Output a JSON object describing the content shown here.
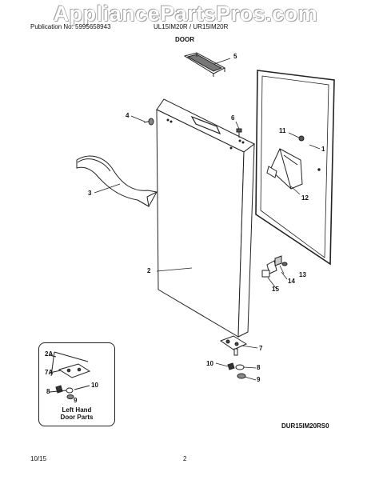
{
  "header": {
    "watermark": "AppliancePartsPros.com",
    "publication": "Publication No: 5995658943",
    "models": "UL15IM20R / UR15IM20R",
    "section_title": "DOOR"
  },
  "callouts": {
    "c1": "1",
    "c2": "2",
    "c3": "3",
    "c4": "4",
    "c5": "5",
    "c6": "6",
    "c7": "7",
    "c8": "8",
    "c9": "9",
    "c10": "10",
    "c11": "11",
    "c12": "12",
    "c13": "13",
    "c14": "14",
    "c15": "15",
    "i2a": "2A",
    "i7a": "7A",
    "i8": "8",
    "i9": "9",
    "i10": "10"
  },
  "inset": {
    "caption_line1": "Left Hand",
    "caption_line2": "Door Parts"
  },
  "footer": {
    "drawing_code": "DUR15IM20RS0",
    "date": "10/15",
    "page": "2"
  }
}
